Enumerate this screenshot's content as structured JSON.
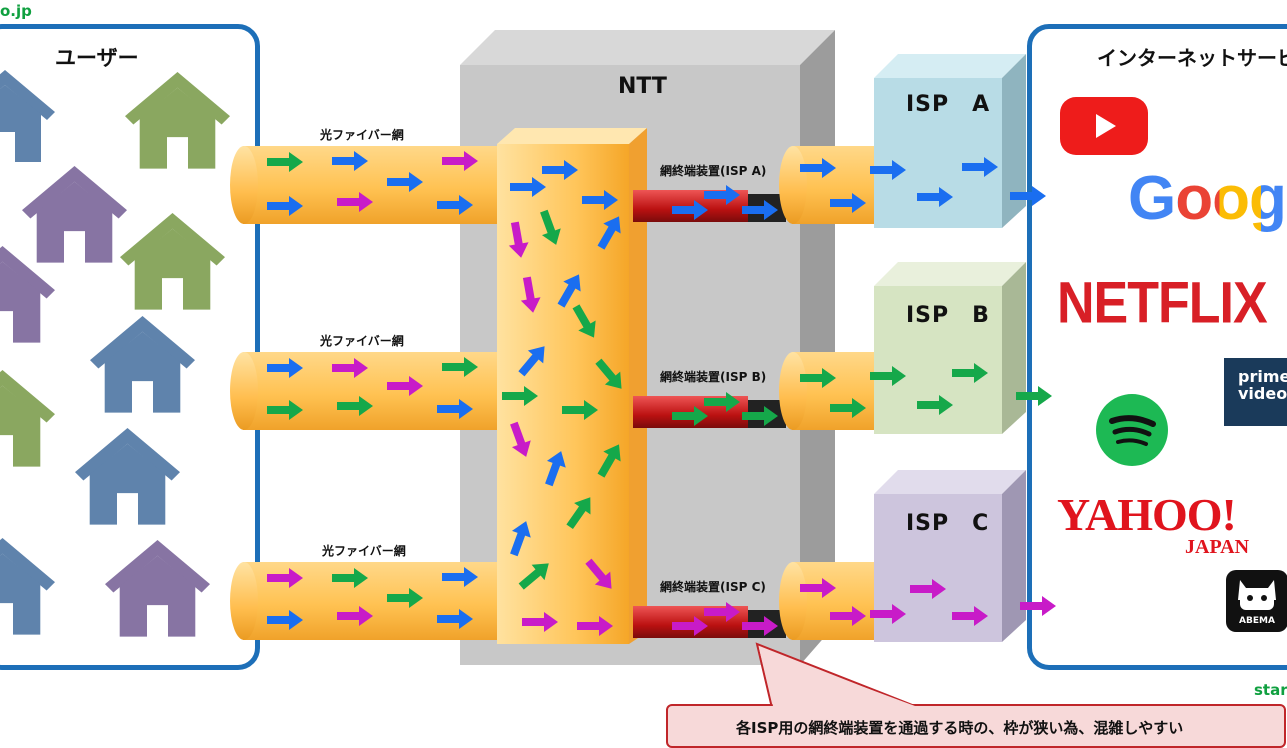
{
  "site_left": "o.jp",
  "site_right": "star",
  "users_title": "ユーザー",
  "ntt_title": "NTT",
  "services_title": "インターネットサービス",
  "fiber_label": "光ファイバー網",
  "devices": [
    {
      "label": "網終端装置(ISP A)"
    },
    {
      "label": "網終端装置(ISP B)"
    },
    {
      "label": "網終端装置(ISP C)"
    }
  ],
  "isps": [
    {
      "label": "ISP　A",
      "color": "#b8dce6"
    },
    {
      "label": "ISP　B",
      "color": "#d6e4c2"
    },
    {
      "label": "ISP　C",
      "color": "#cdc5dd"
    }
  ],
  "services": {
    "google": "Google",
    "netflix": "NETFLIX",
    "prime_line1": "prime",
    "prime_line2": "video",
    "yahoo": "YAHOO!",
    "yahoo_sub": "JAPAN",
    "abema": "ABEMA"
  },
  "callout": "各ISP用の網終端装置を通過する時の、枠が狭い為、混雑しやすい",
  "colors": {
    "blue": "#1a6ef0",
    "green": "#15a84a",
    "magenta": "#c81bc8",
    "panel_border": "#1d6fb8",
    "house_blue": "#5f83ac",
    "house_green": "#8aa760",
    "house_purple": "#8774a3"
  }
}
